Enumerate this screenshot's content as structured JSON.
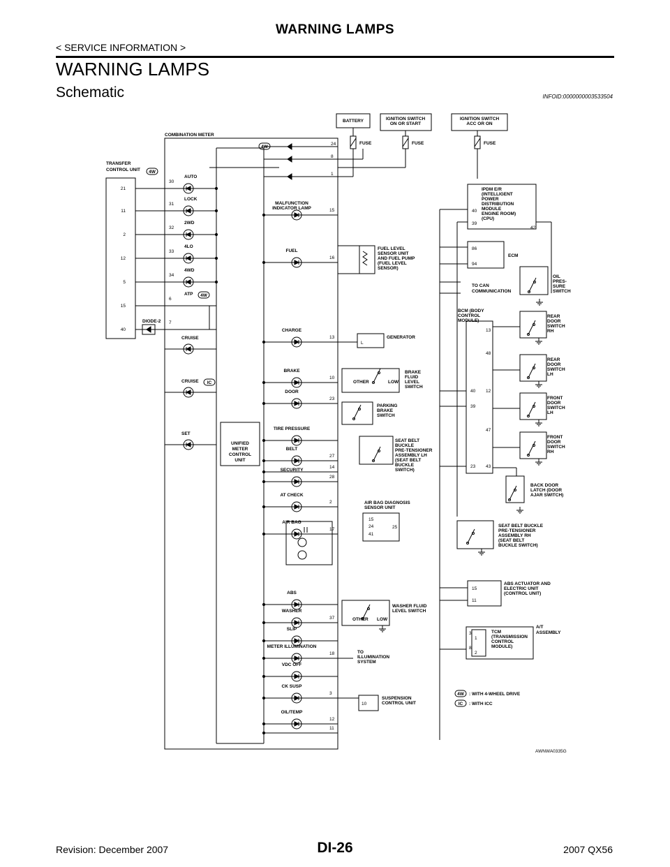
{
  "header": {
    "title": "WARNING LAMPS",
    "subtitle": "< SERVICE INFORMATION >"
  },
  "section": {
    "title": "WARNING LAMPS",
    "subtitle": "Schematic",
    "info_id": "INFOID:0000000003533504"
  },
  "diagram": {
    "code": "AWNWA0335G",
    "top_boxes": [
      "BATTERY",
      "IGNITION SWITCH|ON OR START",
      "IGNITION SWITCH|ACC OR ON"
    ],
    "fuse_label": "FUSE",
    "meter_title": "COMBINATION METER",
    "meter_control_unit": "UNIFIED|METER|CONTROL|UNIT",
    "transfer_unit": "TRANSFER|CONTROL UNIT",
    "tag_4w": "4W",
    "tag_ic": "IC",
    "transfer_pins": [
      "21",
      "11",
      "2",
      "12",
      "5",
      "15",
      "40"
    ],
    "diode": "DIODE-2",
    "left_lamps": [
      {
        "pin": "30",
        "label": "AUTO"
      },
      {
        "pin": "31",
        "label": "LOCK"
      },
      {
        "pin": "32",
        "label": "2WD"
      },
      {
        "pin": "33",
        "label": "4LO"
      },
      {
        "pin": "34",
        "label": "4WD"
      },
      {
        "pin": "6",
        "label": "ATP"
      },
      {
        "pin": "7",
        "label": ""
      }
    ],
    "left_lower_lamps": [
      "CRUISE",
      "CRUISE",
      "SET"
    ],
    "power_pins": [
      "24",
      "8",
      "1"
    ],
    "right_lamps": [
      {
        "label": "MALFUNCTION|INDICATOR LAMP",
        "pin": "15"
      },
      {
        "label": "FUEL",
        "pin": "16"
      },
      {
        "label": "CHARGE",
        "pin": "13"
      },
      {
        "label": "BRAKE",
        "pin": "10"
      },
      {
        "label": "DOOR",
        "pin": "23"
      },
      {
        "label": "TIRE PRESSURE",
        "pin": ""
      },
      {
        "label": "BELT",
        "pin": "27"
      },
      {
        "label": "",
        "pin": "14"
      },
      {
        "label": "SECURITY",
        "pin": "28"
      },
      {
        "label": "AT CHECK",
        "pin": "2"
      },
      {
        "label": "AIR BAG",
        "pin": "17"
      },
      {
        "label": "ABS",
        "pin": ""
      },
      {
        "label": "WASHER",
        "pin": "37"
      },
      {
        "label": "SLIP",
        "pin": ""
      },
      {
        "label": "METER ILLUMINATION",
        "pin": "18"
      },
      {
        "label": "VDC OFF",
        "pin": ""
      },
      {
        "label": "CK SUSP",
        "pin": "3"
      },
      {
        "label": "OIL/TEMP",
        "pin": "12"
      },
      {
        "label": "",
        "pin": "11"
      }
    ],
    "components": {
      "ipdm": "IPDM E/R|(INTELLIGENT|POWER|DISTRIBUTION|MODULE|ENGINE ROOM)|(CPU)",
      "ipdm_pins": [
        "40",
        "39",
        "42"
      ],
      "ecm": "ECM",
      "ecm_pins": [
        "86",
        "94"
      ],
      "can": "TO CAN|COMMUNICATION",
      "oil": "OIL|PRES-|SURE|SWITCH",
      "bcm": "BCM (BODY|CONTROL|MODULE)",
      "bcm_pins": [
        "13",
        "48",
        "40",
        "39",
        "12",
        "47",
        "23",
        "43"
      ],
      "rear_door_rh": "REAR|DOOR|SWITCH|RH",
      "rear_door_lh": "REAR|DOOR|SWITCH|LH",
      "front_door_lh": "FRONT|DOOR|SWITCH|LH",
      "front_door_rh": "FRONT|DOOR|SWITCH|RH",
      "back_door": "BACK DOOR|LATCH (DOOR|AJAR SWITCH)",
      "fuel_sensor": "FUEL LEVEL|SENSOR UNIT|AND FUEL PUMP|(FUEL LEVEL|SENSOR)",
      "generator": "GENERATOR",
      "generator_pin": "L",
      "brake_fluid": "BRAKE|FLUID|LEVEL|SWITCH",
      "other": "OTHER",
      "low": "LOW",
      "parking_brake": "PARKING|BRAKE|SWITCH",
      "seat_belt_lh": "SEAT BELT|BUCKLE|PRE-TENSIONER|ASSEMBLY  LH|(SEAT BELT|BUCKLE|SWITCH)",
      "airbag_unit": "AIR BAG DIAGNOSIS|SENSOR UNIT",
      "airbag_pins": [
        "15",
        "24",
        "41",
        "25"
      ],
      "seat_belt_rh": "SEAT BELT BUCKLE|PRE-TENSIONER|ASSEMBLY RH|(SEAT BELT|BUCKLE SWITCH)",
      "abs_unit": "ABS ACTUATOR AND|ELECTRIC UNIT|(CONTROL UNIT)",
      "abs_pins": [
        "15",
        "11"
      ],
      "washer": "WASHER FLUID|LEVEL SWITCH",
      "tcm": "TCM|(TRANSMISSION|CONTROL|MODULE)",
      "tcm_pins": [
        "3",
        "1",
        "8",
        "2"
      ],
      "at_assembly": "A/T|ASSEMBLY",
      "illumination": "TO|ILLUMINATION|SYSTEM",
      "suspension": "SUSPENSION|CONTROL UNIT",
      "suspension_pin": "10"
    },
    "legend": [
      {
        "tag": "4W",
        "text": ": WITH 4-WHEEL DRIVE"
      },
      {
        "tag": "IC",
        "text": ": WITH ICC"
      }
    ]
  },
  "footer": {
    "revision": "Revision: December 2007",
    "page": "DI-26",
    "model": "2007 QX56"
  }
}
